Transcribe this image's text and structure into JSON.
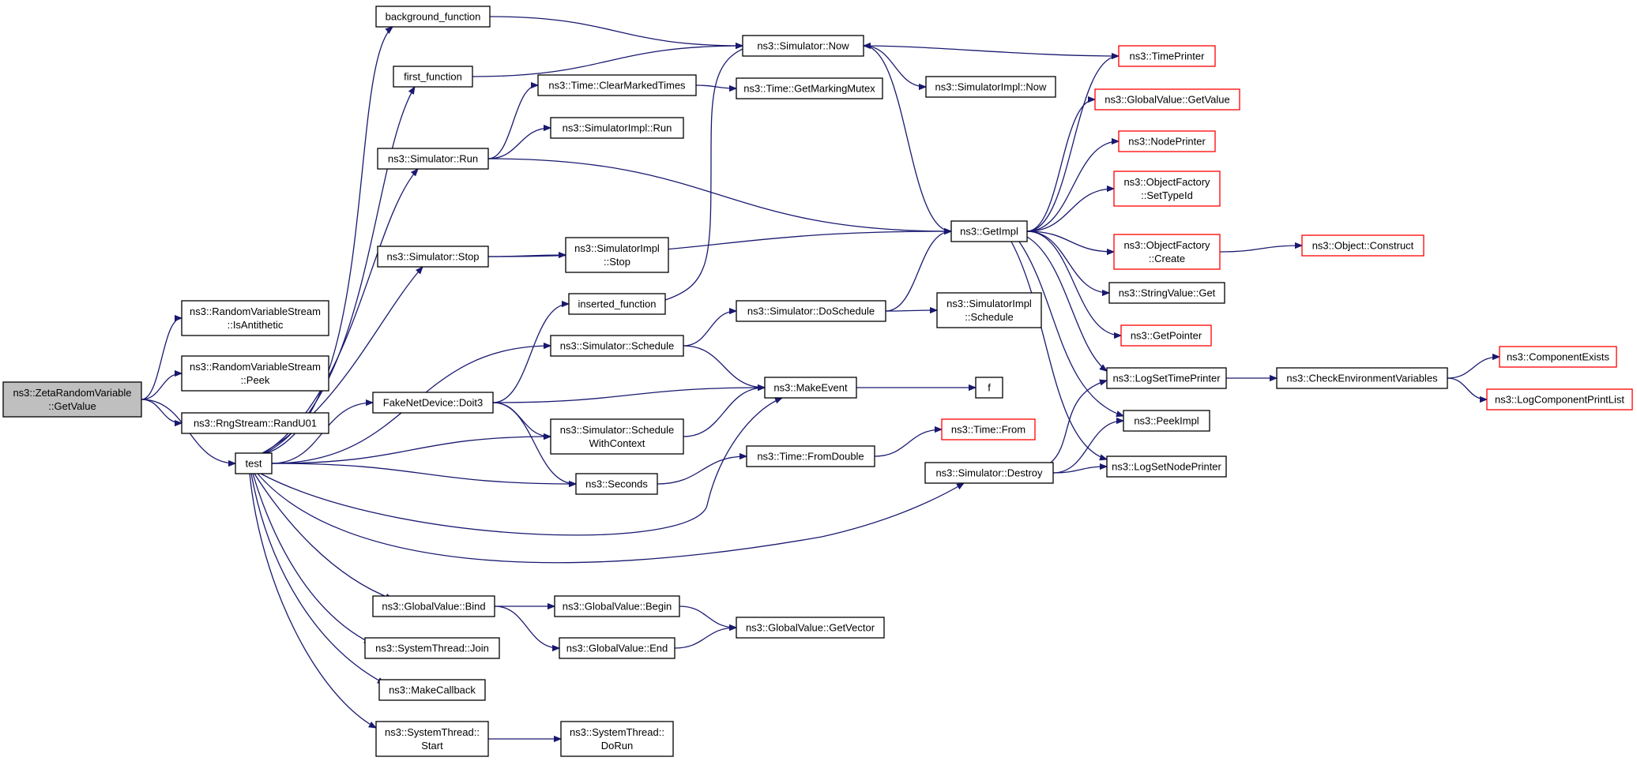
{
  "diagram": {
    "root": "root",
    "colors": {
      "edge": "#191970",
      "truncated_border": "#ff0000",
      "border": "#000000",
      "root_fill": "#bfbfbf",
      "fill": "#ffffff"
    },
    "nodes": [
      {
        "id": "root",
        "lines": [
          "ns3::ZetaRandomVariable",
          "::GetValue"
        ],
        "truncated": false
      },
      {
        "id": "isanti",
        "lines": [
          "ns3::RandomVariableStream",
          "::IsAntithetic"
        ],
        "truncated": false
      },
      {
        "id": "peekrvs",
        "lines": [
          "ns3::RandomVariableStream",
          "::Peek"
        ],
        "truncated": false
      },
      {
        "id": "randu01",
        "lines": [
          "ns3::RngStream::RandU01"
        ],
        "truncated": false
      },
      {
        "id": "test",
        "lines": [
          "test"
        ],
        "truncated": false
      },
      {
        "id": "bgfn",
        "lines": [
          "background_function"
        ],
        "truncated": false
      },
      {
        "id": "firstfn",
        "lines": [
          "first_function"
        ],
        "truncated": false
      },
      {
        "id": "simrun",
        "lines": [
          "ns3::Simulator::Run"
        ],
        "truncated": false
      },
      {
        "id": "simstop",
        "lines": [
          "ns3::Simulator::Stop"
        ],
        "truncated": false
      },
      {
        "id": "doit3",
        "lines": [
          "FakeNetDevice::Doit3"
        ],
        "truncated": false
      },
      {
        "id": "gvbind",
        "lines": [
          "ns3::GlobalValue::Bind"
        ],
        "truncated": false
      },
      {
        "id": "stjoin",
        "lines": [
          "ns3::SystemThread::Join"
        ],
        "truncated": false
      },
      {
        "id": "makecb",
        "lines": [
          "ns3::MakeCallback"
        ],
        "truncated": false
      },
      {
        "id": "ststart",
        "lines": [
          "ns3::SystemThread::",
          "Start"
        ],
        "truncated": false
      },
      {
        "id": "clearmt",
        "lines": [
          "ns3::Time::ClearMarkedTimes"
        ],
        "truncated": false
      },
      {
        "id": "simimplrun",
        "lines": [
          "ns3::SimulatorImpl::Run"
        ],
        "truncated": false
      },
      {
        "id": "simimplstop",
        "lines": [
          "ns3::SimulatorImpl",
          "::Stop"
        ],
        "truncated": false
      },
      {
        "id": "insfn",
        "lines": [
          "inserted_function"
        ],
        "truncated": false
      },
      {
        "id": "simsched",
        "lines": [
          "ns3::Simulator::Schedule"
        ],
        "truncated": false
      },
      {
        "id": "schedctx",
        "lines": [
          "ns3::Simulator::Schedule",
          "WithContext"
        ],
        "truncated": false
      },
      {
        "id": "seconds",
        "lines": [
          "ns3::Seconds"
        ],
        "truncated": false
      },
      {
        "id": "gvbegin",
        "lines": [
          "ns3::GlobalValue::Begin"
        ],
        "truncated": false
      },
      {
        "id": "gvend",
        "lines": [
          "ns3::GlobalValue::End"
        ],
        "truncated": false
      },
      {
        "id": "stdorun",
        "lines": [
          "ns3::SystemThread::",
          "DoRun"
        ],
        "truncated": false
      },
      {
        "id": "simnow",
        "lines": [
          "ns3::Simulator::Now"
        ],
        "truncated": false
      },
      {
        "id": "getmm",
        "lines": [
          "ns3::Time::GetMarkingMutex"
        ],
        "truncated": false
      },
      {
        "id": "dosched",
        "lines": [
          "ns3::Simulator::DoSchedule"
        ],
        "truncated": false
      },
      {
        "id": "makeevent",
        "lines": [
          "ns3::MakeEvent"
        ],
        "truncated": false
      },
      {
        "id": "fromdouble",
        "lines": [
          "ns3::Time::FromDouble"
        ],
        "truncated": false
      },
      {
        "id": "gvgetvector",
        "lines": [
          "ns3::GlobalValue::GetVector"
        ],
        "truncated": false
      },
      {
        "id": "simimplnow",
        "lines": [
          "ns3::SimulatorImpl::Now"
        ],
        "truncated": false
      },
      {
        "id": "getimpl",
        "lines": [
          "ns3::GetImpl"
        ],
        "truncated": false
      },
      {
        "id": "simimplsched",
        "lines": [
          "ns3::SimulatorImpl",
          "::Schedule"
        ],
        "truncated": false
      },
      {
        "id": "f",
        "lines": [
          "f"
        ],
        "truncated": false
      },
      {
        "id": "timefrom",
        "lines": [
          "ns3::Time::From"
        ],
        "truncated": true
      },
      {
        "id": "simdestroy",
        "lines": [
          "ns3::Simulator::Destroy"
        ],
        "truncated": false
      },
      {
        "id": "timeprinter",
        "lines": [
          "ns3::TimePrinter"
        ],
        "truncated": true
      },
      {
        "id": "gvgetvalue",
        "lines": [
          "ns3::GlobalValue::GetValue"
        ],
        "truncated": true
      },
      {
        "id": "nodeprinter",
        "lines": [
          "ns3::NodePrinter"
        ],
        "truncated": true
      },
      {
        "id": "ofsettypeid",
        "lines": [
          "ns3::ObjectFactory",
          "::SetTypeId"
        ],
        "truncated": true
      },
      {
        "id": "ofcreate",
        "lines": [
          "ns3::ObjectFactory",
          "::Create"
        ],
        "truncated": true
      },
      {
        "id": "strvalget",
        "lines": [
          "ns3::StringValue::Get"
        ],
        "truncated": false
      },
      {
        "id": "getpointer",
        "lines": [
          "ns3::GetPointer"
        ],
        "truncated": true
      },
      {
        "id": "logsettp",
        "lines": [
          "ns3::LogSetTimePrinter"
        ],
        "truncated": false
      },
      {
        "id": "peekimpl",
        "lines": [
          "ns3::PeekImpl"
        ],
        "truncated": false
      },
      {
        "id": "logsetnp",
        "lines": [
          "ns3::LogSetNodePrinter"
        ],
        "truncated": false
      },
      {
        "id": "objconstruct",
        "lines": [
          "ns3::Object::Construct"
        ],
        "truncated": true
      },
      {
        "id": "checkenv",
        "lines": [
          "ns3::CheckEnvironmentVariables"
        ],
        "truncated": false
      },
      {
        "id": "compexists",
        "lines": [
          "ns3::ComponentExists"
        ],
        "truncated": true
      },
      {
        "id": "logcompprint",
        "lines": [
          "ns3::LogComponentPrintList"
        ],
        "truncated": true
      }
    ],
    "edges": [
      [
        "root",
        "isanti"
      ],
      [
        "root",
        "peekrvs"
      ],
      [
        "root",
        "randu01"
      ],
      [
        "root",
        "test"
      ],
      [
        "test",
        "bgfn"
      ],
      [
        "test",
        "firstfn"
      ],
      [
        "test",
        "simrun"
      ],
      [
        "test",
        "simstop"
      ],
      [
        "test",
        "doit3"
      ],
      [
        "test",
        "simsched"
      ],
      [
        "test",
        "schedctx"
      ],
      [
        "test",
        "seconds"
      ],
      [
        "test",
        "makeevent"
      ],
      [
        "test",
        "simdestroy"
      ],
      [
        "test",
        "gvbind"
      ],
      [
        "test",
        "stjoin"
      ],
      [
        "test",
        "makecb"
      ],
      [
        "test",
        "ststart"
      ],
      [
        "bgfn",
        "simnow"
      ],
      [
        "firstfn",
        "simnow"
      ],
      [
        "simrun",
        "clearmt"
      ],
      [
        "simrun",
        "simimplrun"
      ],
      [
        "simrun",
        "getimpl"
      ],
      [
        "clearmt",
        "getmm"
      ],
      [
        "simstop",
        "getimpl"
      ],
      [
        "simstop",
        "simimplstop"
      ],
      [
        "insfn",
        "simnow"
      ],
      [
        "doit3",
        "insfn"
      ],
      [
        "doit3",
        "makeevent"
      ],
      [
        "doit3",
        "schedctx"
      ],
      [
        "doit3",
        "seconds"
      ],
      [
        "simsched",
        "dosched"
      ],
      [
        "simsched",
        "makeevent"
      ],
      [
        "schedctx",
        "makeevent"
      ],
      [
        "seconds",
        "fromdouble"
      ],
      [
        "dosched",
        "getimpl"
      ],
      [
        "dosched",
        "simimplsched"
      ],
      [
        "makeevent",
        "f"
      ],
      [
        "fromdouble",
        "timefrom"
      ],
      [
        "gvbind",
        "gvbegin"
      ],
      [
        "gvbind",
        "gvend"
      ],
      [
        "gvbegin",
        "gvgetvector"
      ],
      [
        "gvend",
        "gvgetvector"
      ],
      [
        "ststart",
        "stdorun"
      ],
      [
        "simnow",
        "simimplnow"
      ],
      [
        "simnow",
        "getimpl"
      ],
      [
        "timeprinter",
        "simnow"
      ],
      [
        "getimpl",
        "timeprinter"
      ],
      [
        "getimpl",
        "gvgetvalue"
      ],
      [
        "getimpl",
        "nodeprinter"
      ],
      [
        "getimpl",
        "ofsettypeid"
      ],
      [
        "getimpl",
        "ofcreate"
      ],
      [
        "getimpl",
        "strvalget"
      ],
      [
        "getimpl",
        "getpointer"
      ],
      [
        "getimpl",
        "logsettp"
      ],
      [
        "getimpl",
        "peekimpl"
      ],
      [
        "getimpl",
        "logsetnp"
      ],
      [
        "ofcreate",
        "objconstruct"
      ],
      [
        "simdestroy",
        "logsettp"
      ],
      [
        "simdestroy",
        "peekimpl"
      ],
      [
        "simdestroy",
        "logsetnp"
      ],
      [
        "logsettp",
        "checkenv"
      ],
      [
        "checkenv",
        "compexists"
      ],
      [
        "checkenv",
        "logcompprint"
      ]
    ]
  }
}
